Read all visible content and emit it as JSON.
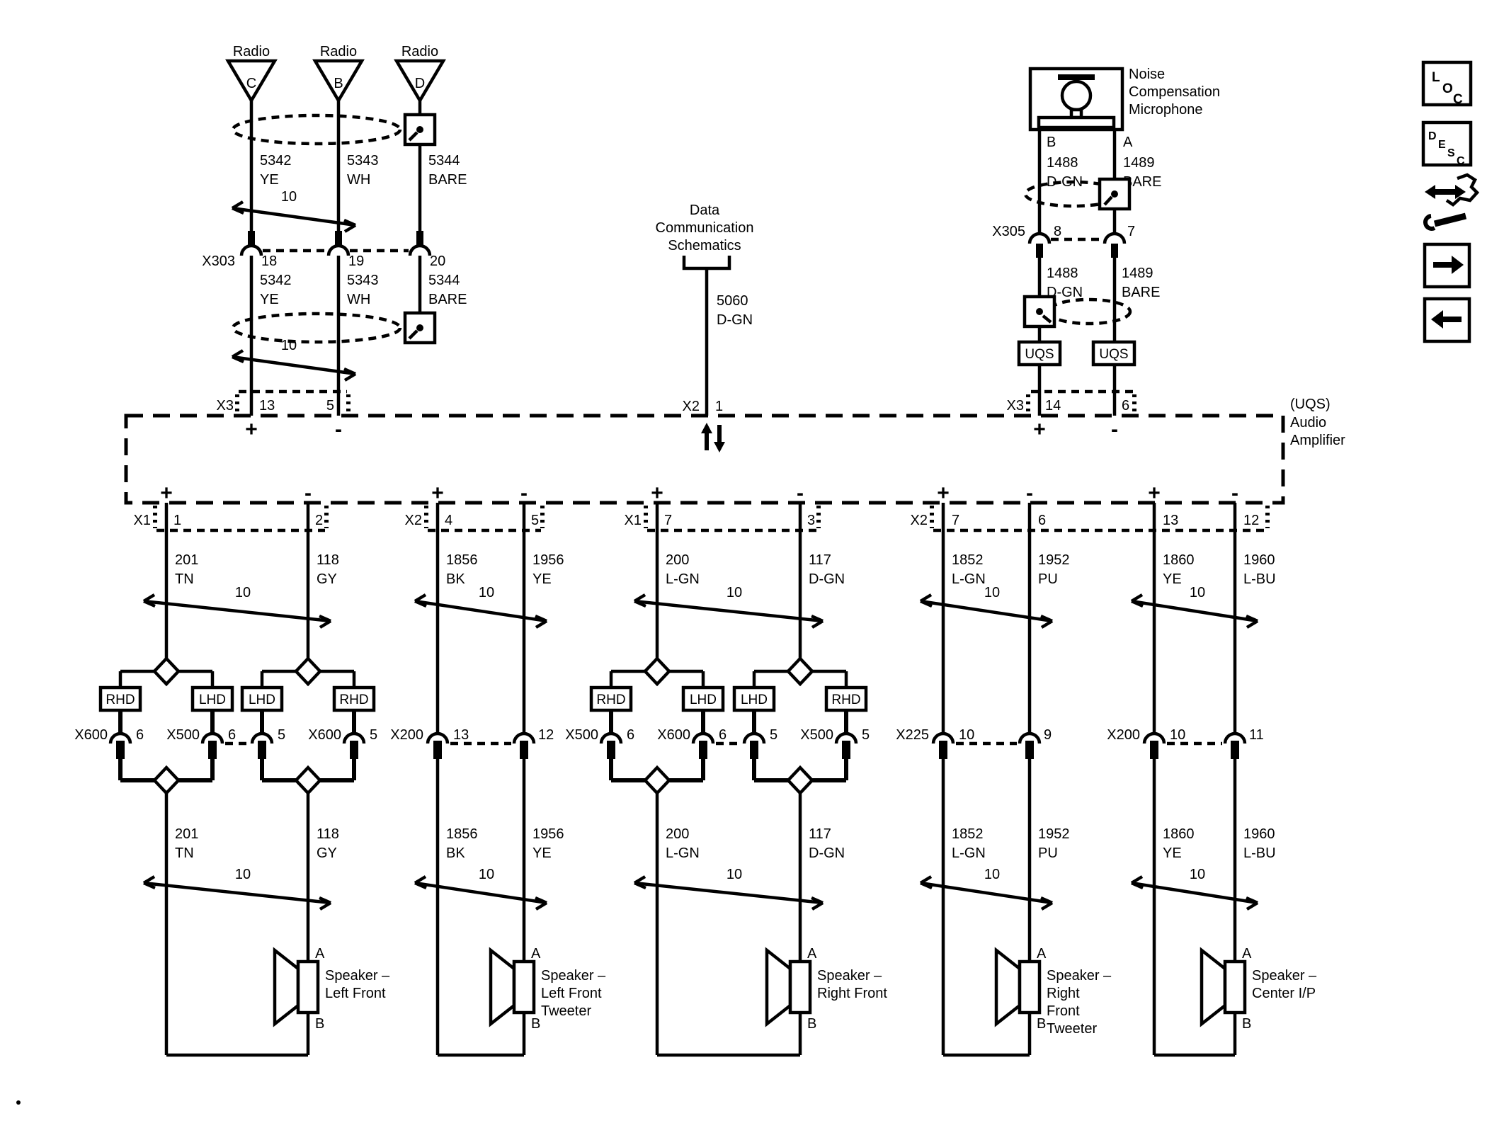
{
  "labels": {
    "twist": "10",
    "plus": "+",
    "minus": "-"
  },
  "radio": {
    "name": "Radio",
    "antennas": [
      "C",
      "B",
      "D"
    ],
    "wires": [
      {
        "id": "5342",
        "color": "YE"
      },
      {
        "id": "5343",
        "color": "WH"
      },
      {
        "id": "5344",
        "color": "BARE"
      }
    ],
    "x303": {
      "name": "X303",
      "pins": [
        "18",
        "19",
        "20"
      ]
    },
    "x3": {
      "name": "X3",
      "pins": [
        "13",
        "5"
      ]
    }
  },
  "data_comm": {
    "lines": [
      "Data",
      "Communication",
      "Schematics"
    ],
    "wire": {
      "id": "5060",
      "color": "D-GN"
    },
    "x2": {
      "name": "X2",
      "pin": "1"
    }
  },
  "microphone": {
    "label": [
      "Noise",
      "Compensation",
      "Microphone"
    ],
    "terminals": [
      "B",
      "A"
    ],
    "wires": [
      {
        "id": "1488",
        "color": "D-GN"
      },
      {
        "id": "1489",
        "color": "BARE"
      }
    ],
    "x305": {
      "name": "X305",
      "pins": [
        "8",
        "7"
      ]
    },
    "module": "UQS",
    "x3": {
      "name": "X3",
      "pins": [
        "14",
        "6"
      ]
    }
  },
  "amplifier": {
    "option": "(UQS)",
    "name": [
      "Audio",
      "Amplifier"
    ]
  },
  "circuits": [
    {
      "conn": {
        "name": "X1",
        "pins": [
          "1",
          "2"
        ]
      },
      "wires": [
        {
          "id": "201",
          "color": "TN"
        },
        {
          "id": "118",
          "color": "GY"
        }
      ],
      "branch_boxes": [
        "RHD",
        "LHD",
        "LHD",
        "RHD"
      ],
      "branch_conns": [
        {
          "name": "X600",
          "pin": "6"
        },
        {
          "name": "X500",
          "pin": "6"
        },
        {
          "name": "",
          "pin": "5"
        },
        {
          "name": "X600",
          "pin": "5"
        }
      ],
      "speaker": {
        "a": "A",
        "b": "B",
        "label": [
          "Speaker –",
          "Left Front"
        ]
      }
    },
    {
      "conn": {
        "name": "X2",
        "pins": [
          "4",
          "5"
        ]
      },
      "wires": [
        {
          "id": "1856",
          "color": "BK"
        },
        {
          "id": "1956",
          "color": "YE"
        }
      ],
      "mid": {
        "name": "X200",
        "pins": [
          "13",
          "12"
        ]
      },
      "speaker": {
        "a": "A",
        "b": "B",
        "label": [
          "Speaker –",
          "Left Front",
          "Tweeter"
        ]
      }
    },
    {
      "conn": {
        "name": "X1",
        "pins": [
          "7",
          "3"
        ]
      },
      "wires": [
        {
          "id": "200",
          "color": "L-GN"
        },
        {
          "id": "117",
          "color": "D-GN"
        }
      ],
      "branch_boxes": [
        "RHD",
        "LHD",
        "LHD",
        "RHD"
      ],
      "branch_conns": [
        {
          "name": "X500",
          "pin": "6"
        },
        {
          "name": "X600",
          "pin": "6"
        },
        {
          "name": "",
          "pin": "5"
        },
        {
          "name": "X500",
          "pin": "5"
        }
      ],
      "speaker": {
        "a": "A",
        "b": "B",
        "label": [
          "Speaker –",
          "Right Front"
        ]
      }
    },
    {
      "conn": {
        "name": "X2",
        "pins": [
          "7",
          "6"
        ]
      },
      "wires": [
        {
          "id": "1852",
          "color": "L-GN"
        },
        {
          "id": "1952",
          "color": "PU"
        }
      ],
      "mid": {
        "name": "X225",
        "pins": [
          "10",
          "9"
        ]
      },
      "speaker": {
        "a": "A",
        "b": "B",
        "label": [
          "Speaker –",
          "Right",
          "Front",
          "Tweeter"
        ]
      }
    },
    {
      "conn": {
        "name": "",
        "pins": [
          "13",
          "12"
        ]
      },
      "wires": [
        {
          "id": "1860",
          "color": "YE"
        },
        {
          "id": "1960",
          "color": "L-BU"
        }
      ],
      "mid": {
        "name": "X200",
        "pins": [
          "10",
          "11"
        ]
      },
      "speaker": {
        "a": "A",
        "b": "B",
        "label": [
          "Speaker –",
          "Center I/P"
        ]
      }
    }
  ],
  "toolbar": {
    "loc": [
      "L",
      "O",
      "C"
    ],
    "desc": [
      "D",
      "E",
      "S",
      "C"
    ]
  }
}
